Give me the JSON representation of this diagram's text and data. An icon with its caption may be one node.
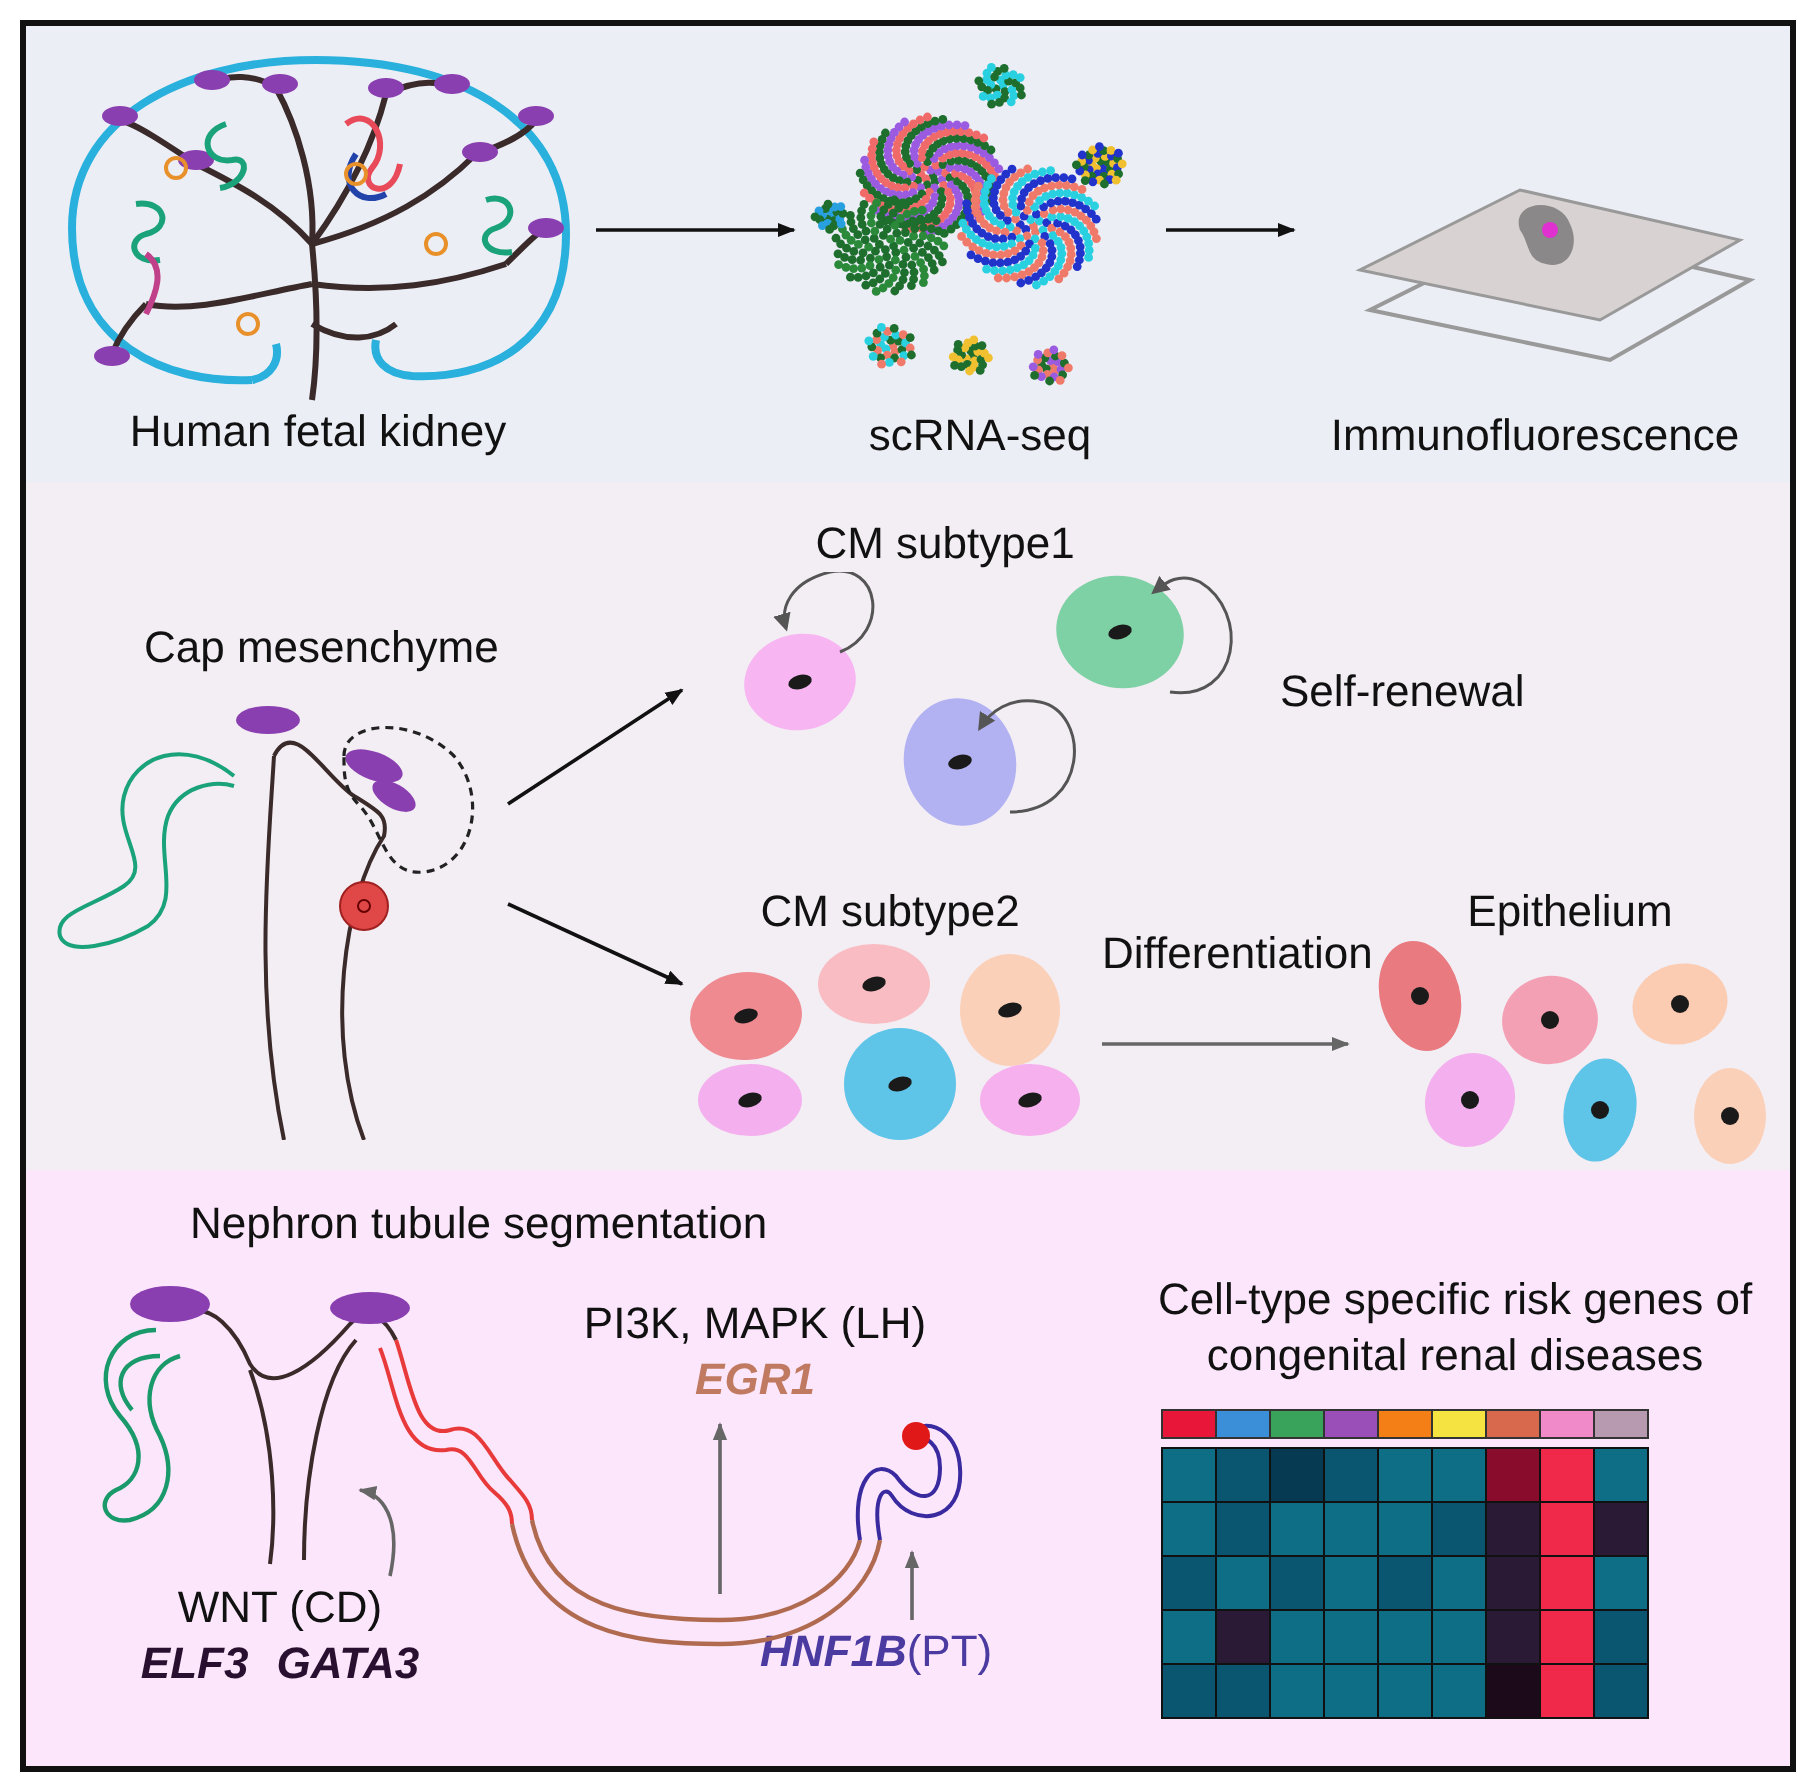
{
  "diagram": {
    "nodes": [
      {
        "text": [
          "Human fetal kidney"
        ]
      },
      {
        "text": [
          "scRNA-seq"
        ]
      },
      {
        "text": [
          "Immunofluorescence"
        ]
      },
      {
        "text": [
          "Cap mesenchyme"
        ]
      },
      {
        "text": [
          "CM subtype1"
        ],
        "beside": [
          "Self-renewal"
        ]
      },
      {
        "text": [
          "CM subtype2"
        ]
      },
      {
        "text": [
          "Epithelium"
        ]
      },
      {
        "text": [],
        "shape": "picture"
      },
      {
        "text": [],
        "shape": "picture"
      },
      {
        "text": [],
        "shape": "picture"
      },
      {
        "text": [
          "WNT (CD)",
          "ELF3 GATA3"
        ]
      },
      {
        "text": [
          "PI3K, MAPK (LH)",
          "EGR1"
        ]
      },
      {
        "text": [
          "**HNF1B**(PT)"
        ]
      }
    ],
    "edges": [
      {
        "from": 0,
        "to": 1,
        "arrow": "to"
      },
      {
        "from": 1,
        "to": 2,
        "arrow": "to"
      },
      {
        "from": 3,
        "to": 4,
        "arrow": "to"
      },
      {
        "from": 3,
        "to": 5,
        "arrow": "to"
      },
      {
        "from": 5,
        "to": 6,
        "arrow": "to",
        "label": "Differentiation",
        "color": "#666666"
      },
      {
        "from": 10,
        "to": 7,
        "arrow": "to",
        "color": "#666666"
      },
      {
        "from": 8,
        "to": 11,
        "arrow": "to",
        "color": "#666666"
      },
      {
        "from": 12,
        "to": 9,
        "arrow": "to",
        "color": "#666666"
      }
    ],
    "labels": [
      "Nephron tubule segmentation",
      "Cell-type specific risk genes of congenital renal diseases"
    ]
  }
}
